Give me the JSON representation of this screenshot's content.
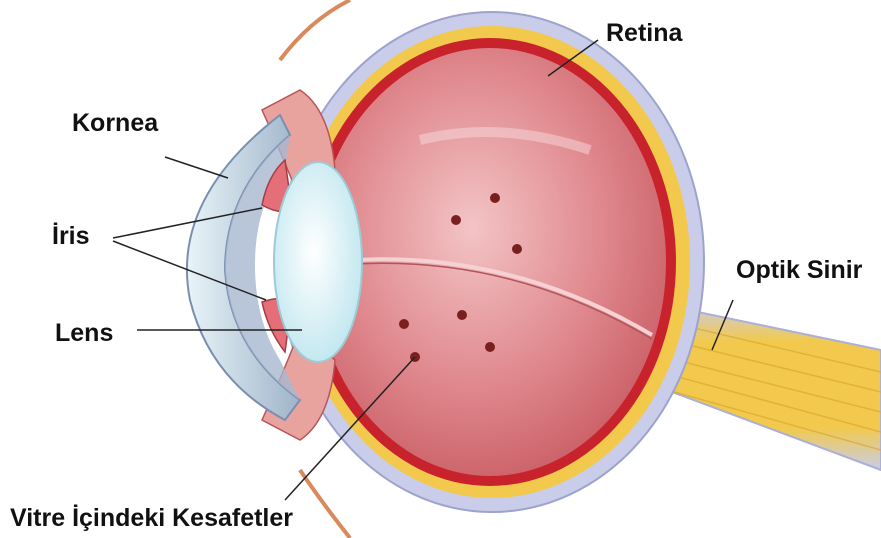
{
  "labels": {
    "retina": "Retina",
    "kornea": "Kornea",
    "iris": "İris",
    "lens": "Lens",
    "optik_sinir": "Optik Sinir",
    "vitre": "Vitre İçindeki Kesafetler"
  },
  "colors": {
    "sclera": "#c9cdea",
    "choroid_yellow": "#f2c94c",
    "retina_red": "#c8232c",
    "vitreous": "#d9737a",
    "vitreous_light": "#f0b8bb",
    "cornea": "#d9eef4",
    "lens": "#eefaff",
    "floaters": "#7a1f1f",
    "label_text": "#111111"
  },
  "icons": {
    "floater": "dark-red-dot"
  }
}
